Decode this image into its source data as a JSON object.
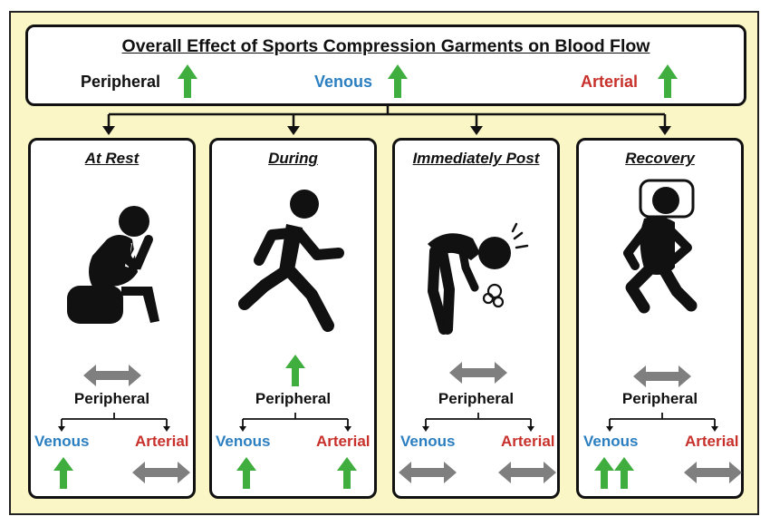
{
  "title": "Overall Effect of Sports Compression Garments on Blood Flow",
  "overall": {
    "peripheral_label": "Peripheral",
    "venous_label": "Venous",
    "arterial_label": "Arterial",
    "peripheral_effect": "increase",
    "venous_effect": "increase",
    "arterial_effect": "increase"
  },
  "panels": [
    {
      "title": "At Rest",
      "icon": "sitting-person-icon",
      "peripheral_label": "Peripheral",
      "venous_label": "Venous",
      "arterial_label": "Arterial",
      "peripheral_effect": "no change",
      "venous_effect": "increase",
      "arterial_effect": "no change"
    },
    {
      "title": "During",
      "icon": "running-person-icon",
      "peripheral_label": "Peripheral",
      "venous_label": "Venous",
      "arterial_label": "Arterial",
      "peripheral_effect": "increase",
      "venous_effect": "increase",
      "arterial_effect": "increase"
    },
    {
      "title": "Immediately Post",
      "icon": "panting-person-icon",
      "peripheral_label": "Peripheral",
      "venous_label": "Venous",
      "arterial_label": "Arterial",
      "peripheral_effect": "no change",
      "venous_effect": "no change",
      "arterial_effect": "no change"
    },
    {
      "title": "Recovery",
      "icon": "sleeping-person-icon",
      "peripheral_label": "Peripheral",
      "venous_label": "Venous",
      "arterial_label": "Arterial",
      "peripheral_effect": "no change",
      "venous_effect": "large increase",
      "arterial_effect": "no change"
    }
  ],
  "colors": {
    "increase_arrow": "#3fae3f",
    "no_change_arrow": "#7f7f7f",
    "venous": "#2b7fc1",
    "arterial": "#c8312b",
    "background": "#fbf6c5"
  }
}
